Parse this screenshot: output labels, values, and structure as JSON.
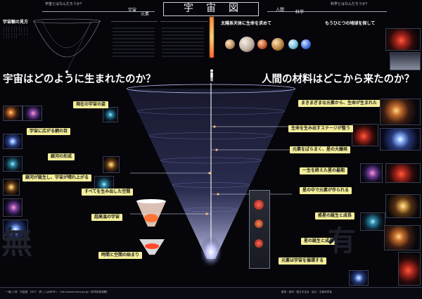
{
  "header": {
    "title": "宇宙図",
    "left_question": "宇宙とはなんだろうか？",
    "right_question": "科学とはなんだろうか？",
    "word_uchu": "宇宙",
    "word_gensu": "元素",
    "word_ningen": "人間",
    "word_kagaku": "科学"
  },
  "headings": {
    "left_main": "宇宙はどのように生まれたのか？",
    "right_main": "人間の材料はどこから来たのか？",
    "top_left_panel": "宇宙観の見方",
    "top_mid_panel": "太陽系天体に生命を求めて",
    "top_right_panel": "もうひとつの地球を探して"
  },
  "left_tags": [
    "現在の宇宙の姿",
    "宇宙に広がる網の目",
    "銀河の形成",
    "銀河が誕生し、宇宙が晴れ上がる",
    "すべてを生み出した空間",
    "超高温の宇宙",
    "時間と空間の始まり"
  ],
  "right_tags": [
    "まきまぎまな元素から、生命が生まれた",
    "生命を生み出すステージが整う",
    "元素をばらまく、星の大爆発",
    "一生を終えた星の最期",
    "星の中で元素が作られる",
    "惑星の誕生と成長",
    "星の誕生と成長",
    "元素は宇宙を循環する"
  ],
  "side_words": {
    "left_side": "無",
    "right_side": "有"
  },
  "footer": {
    "left": "一家に1枚　宇宙図　2007　詳しくはWEBへ　http://www.mext.go.jp/（科学技術週間）",
    "right": "監修・制作：国立天文台　協力：文部科学省"
  },
  "colors": {
    "background": "#05050a",
    "tag_yellow": "#f4ee9a",
    "cone_glow": "#cfd3ff"
  }
}
